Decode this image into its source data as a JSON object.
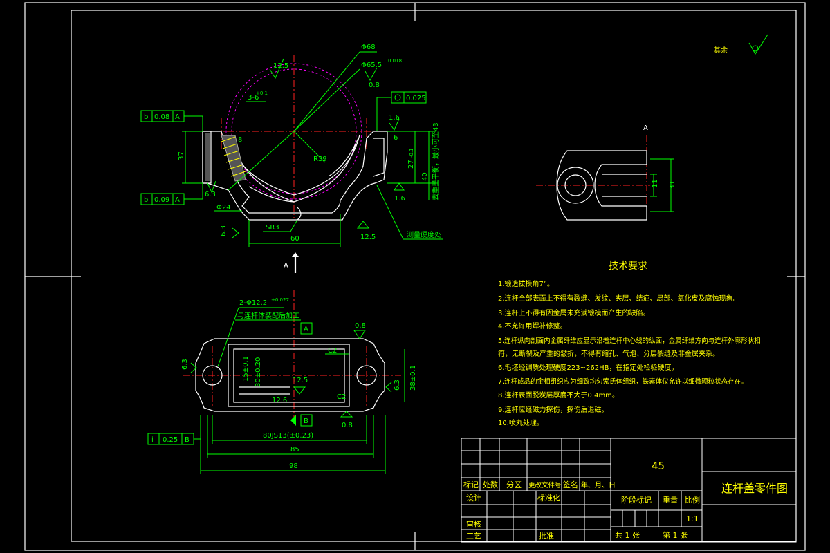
{
  "drawing": {
    "title": "连杆盖零件图",
    "material": "45",
    "surface_note": "其余",
    "section_label": "A",
    "section_label_b": "B"
  },
  "technical_requirements": {
    "heading": "技术要求",
    "items": [
      "1.锻造拔模角7°。",
      "2.连杆全部表面上不得有裂缝、发纹、夹层、结疤、局部、氧化皮及腐蚀现象。",
      "3.连杆上不得有因金属未充满锻模而产生的缺陷。",
      "4.不允许用焊补修整。",
      "5.连杆纵向剖面内金属纤维应显示沿着连杆中心线的纵面，金属纤维方向与连杆外廓形状相",
      "符，无断裂及严重的皱折，不得有缩孔、气泡、分层裂缝及非金属夹杂。",
      "6.毛坯经调质处理硬度223~262HB，在指定处检验硬度。",
      "7.连杆成品的金相组织应为细致均匀索氏体组织，铁素体仅允许以细微颗粒状态存在。",
      "8.连杆表面脱炭层厚度不大于0.4mm。",
      "9.连杆应经磁力探伤，探伤后退磁。",
      "10.喷丸处理。"
    ]
  },
  "top_view_dims": {
    "phi68": "Φ68",
    "phi65": "Φ65.5",
    "phi65_tol": "0.018",
    "ra_top": "12.5",
    "ra_08": "0.8",
    "c025": "0.025",
    "slot": "3-6",
    "slot_tol": "+0.1",
    "d8": "8",
    "r39": "R39",
    "d16": "1.6",
    "d6": "6",
    "d27": "27",
    "d27_tol": "-0.1",
    "d37": "37",
    "d40": "40",
    "side_note1": "重量平衡",
    "side_note2": "去重量平衡，最小可至43",
    "tol1": "0.08",
    "tol2": "0.09",
    "ra63": "6.3",
    "ra16": "1.6",
    "phi24": "Φ24",
    "sr3": "SR3",
    "ra63b": "6.3",
    "d60": "60",
    "ra125": "12.5",
    "hardness": "测量硬度处",
    "datum_b": "b",
    "datum_A": "A"
  },
  "side_view_dims": {
    "d11": "11",
    "d31": "31"
  },
  "bottom_view_dims": {
    "holes": "2-Φ12.2",
    "holes_tol": "+0.027",
    "assembly_note": "与连杆体装配后加工",
    "ra08a": "0.8",
    "ra08b": "0.8",
    "ra63a": "6.3",
    "ra63b": "6.3",
    "c2a": "C2",
    "c2b": "C2",
    "ra125": "12.5",
    "ra126": "12.6",
    "d30": "30±0.20",
    "d15": "15±0.1",
    "d38": "38±0.1",
    "d80": "80JS13(±0.23)",
    "d85": "85",
    "d98": "98",
    "tol_i": "i",
    "tol_val": "0.25",
    "tol_B": "B"
  },
  "title_block": {
    "labels": [
      "标记",
      "处数",
      "分区",
      "更改文件号",
      "签名",
      "年、月、日"
    ],
    "design": "设计",
    "standard": "标准化",
    "review": "审核",
    "process": "工艺",
    "approve": "批准",
    "stage_mark": "阶段标记",
    "weight": "重量",
    "scale_label": "比例",
    "scale": "1:1",
    "sheets": "共 1 张",
    "sheet_no": "第 1 张"
  }
}
